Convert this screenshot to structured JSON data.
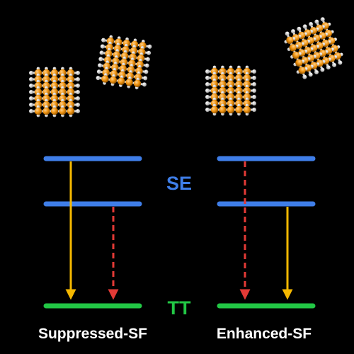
{
  "colors": {
    "background": "#000000",
    "singlet_level": "#3f7ee8",
    "triplet_level": "#22c745",
    "solid_arrow": "#f5b800",
    "dashed_arrow": "#e33a36",
    "atom_carbon": "#f0930f",
    "atom_hydrogen": "#ffffff",
    "bond": "#d8d8d8",
    "caption": "#ffffff"
  },
  "levels": {
    "se_label": "SE",
    "tt_label": "TT"
  },
  "panels": [
    {
      "caption": "Suppressed-SF",
      "solid_arrow_from": "upper",
      "dashed_arrow_from": "lower"
    },
    {
      "caption": "Enhanced-SF",
      "solid_arrow_from": "lower",
      "dashed_arrow_from": "upper"
    }
  ],
  "icons": {
    "molecule_stack": "molecular-stack-icon"
  }
}
